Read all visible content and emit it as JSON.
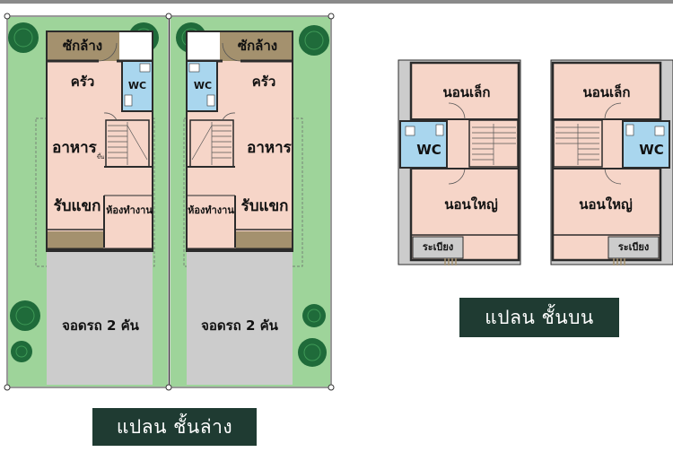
{
  "lower_floor": {
    "caption": "แปลน ชั้นล่าง",
    "left_unit": {
      "rooms": {
        "laundry": "ซักล้าง",
        "kitchen": "ครัว",
        "wc": "WC",
        "dining": "อาหาร",
        "stair_up": "ขึ้น",
        "living": "รับแขก",
        "workroom": "ห้องทำงาน",
        "parking": "จอดรถ 2 คัน"
      }
    },
    "right_unit": {
      "rooms": {
        "laundry": "ซักล้าง",
        "kitchen": "ครัว",
        "wc": "WC",
        "dining": "อาหาร",
        "living": "รับแขก",
        "workroom": "ห้องทำงาน",
        "parking": "จอดรถ 2 คัน"
      }
    }
  },
  "upper_floor": {
    "caption": "แปลน ชั้นบน",
    "left_unit": {
      "rooms": {
        "small_bedroom": "นอนเล็ก",
        "wc": "WC",
        "master_bedroom": "นอนใหญ่",
        "balcony": "ระเบียง"
      }
    },
    "right_unit": {
      "rooms": {
        "small_bedroom": "นอนเล็ก",
        "wc": "WC",
        "master_bedroom": "นอนใหญ่",
        "balcony": "ระเบียง"
      }
    }
  },
  "colors": {
    "garden": "#9ed49a",
    "room": "#f6d5c8",
    "wc": "#a9d6ee",
    "parking": "#cccccc",
    "laundry": "#a4916e",
    "wall": "#2b2b2b",
    "tree": "#1f6b3a",
    "caption_bg": "#1f3b32"
  }
}
